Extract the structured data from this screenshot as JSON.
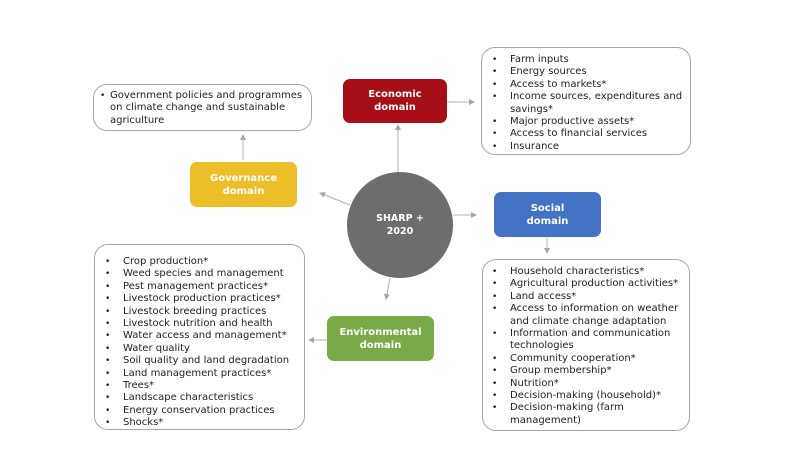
{
  "center": {
    "line1": "SHARP +",
    "line2": "2020",
    "color": "#6d6d6d"
  },
  "domains": {
    "economic": {
      "line1": "Economic",
      "line2": "domain",
      "color": "#a50f15"
    },
    "governance": {
      "line1": "Governance",
      "line2": "domain",
      "color": "#ecbf2a"
    },
    "social": {
      "line1": "Social",
      "line2": "domain",
      "color": "#4472c4"
    },
    "environmental": {
      "line1": "Environmental",
      "line2": "domain",
      "color": "#7aab48"
    }
  },
  "lists": {
    "governance": [
      "Government policies and programmes on climate change and sustainable agriculture"
    ],
    "economic": [
      "Farm inputs",
      "Energy sources",
      "Access to markets*",
      "Income sources, expenditures and savings*",
      "Major productive assets*",
      "Access to financial services",
      "Insurance"
    ],
    "environmental": [
      "Crop production*",
      "Weed species and management",
      "Pest management practices*",
      "Livestock production practices*",
      "Livestock breeding practices",
      "Livestock nutrition and health",
      "Water access and management*",
      "Water quality",
      "Soil quality and land degradation",
      "Land management practices*",
      "Trees*",
      "Landscape characteristics",
      "Energy conservation practices",
      "Shocks*"
    ],
    "social": [
      "Household characteristics*",
      "Agricultural production activities*",
      "Land access*",
      "Access to information on weather and climate change adaptation",
      "Information and communication technologies",
      "Community cooperation*",
      "Group membership*",
      "Nutrition*",
      "Decision-making (household)*",
      "Decision-making (farm management)"
    ]
  }
}
